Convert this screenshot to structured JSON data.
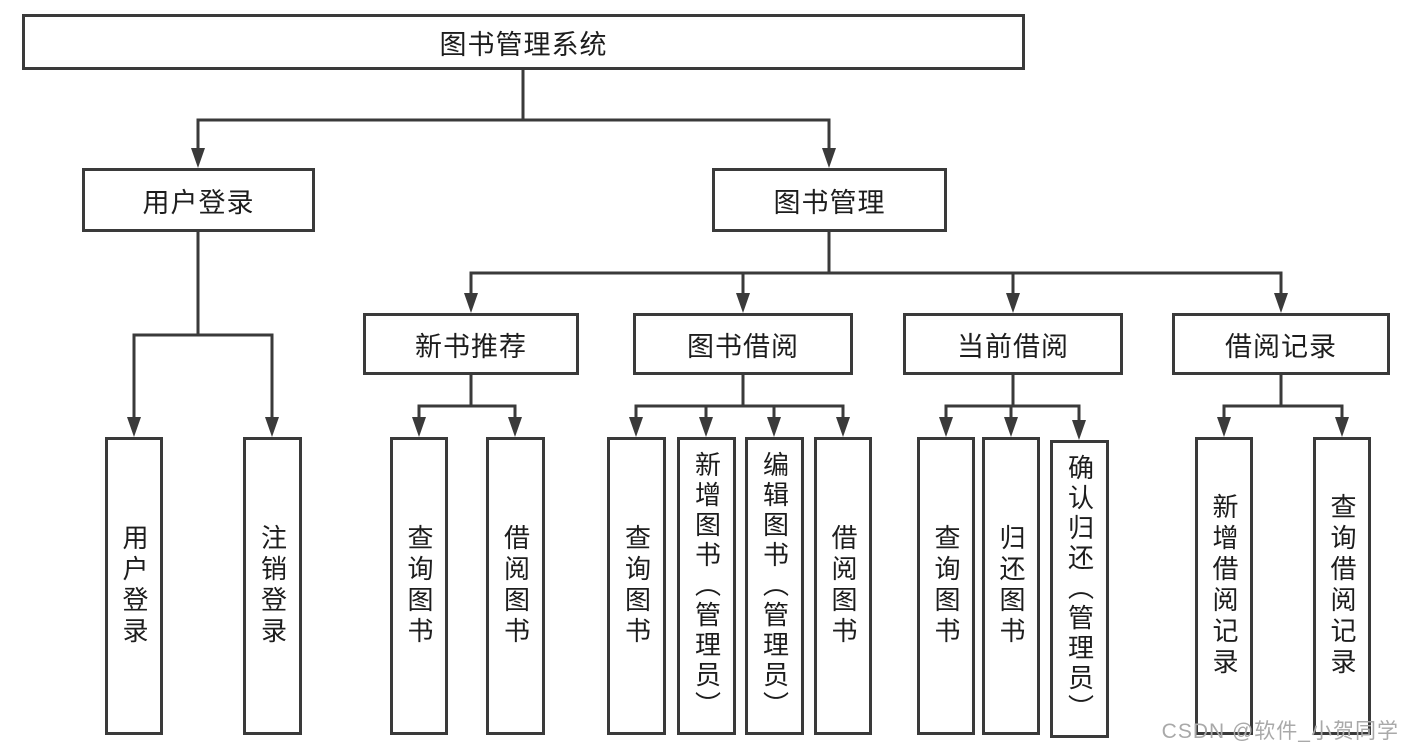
{
  "colors": {
    "line": "#3a3a3a",
    "box_border": "#3a3a3a",
    "box_background": "#ffffff",
    "text": "#1d1d1d",
    "watermark": "#a9a9a9"
  },
  "watermark": {
    "text": "CSDN @软件_小贺同学"
  },
  "tree": {
    "root": {
      "label": "图书管理系统",
      "children": [
        {
          "label": "用户登录",
          "children": [
            {
              "label": "用户登录"
            },
            {
              "label": "注销登录"
            }
          ]
        },
        {
          "label": "图书管理",
          "children": [
            {
              "label": "新书推荐",
              "children": [
                {
                  "label": "查询图书"
                },
                {
                  "label": "借阅图书"
                }
              ]
            },
            {
              "label": "图书借阅",
              "children": [
                {
                  "label": "查询图书"
                },
                {
                  "label": "新增图书（管理员）"
                },
                {
                  "label": "编辑图书（管理员）"
                },
                {
                  "label": "借阅图书"
                }
              ]
            },
            {
              "label": "当前借阅",
              "children": [
                {
                  "label": "查询图书"
                },
                {
                  "label": "归还图书"
                },
                {
                  "label": "确认归还（管理员）"
                }
              ]
            },
            {
              "label": "借阅记录",
              "children": [
                {
                  "label": "新增借阅记录"
                },
                {
                  "label": "查询借阅记录"
                }
              ]
            }
          ]
        }
      ]
    }
  }
}
